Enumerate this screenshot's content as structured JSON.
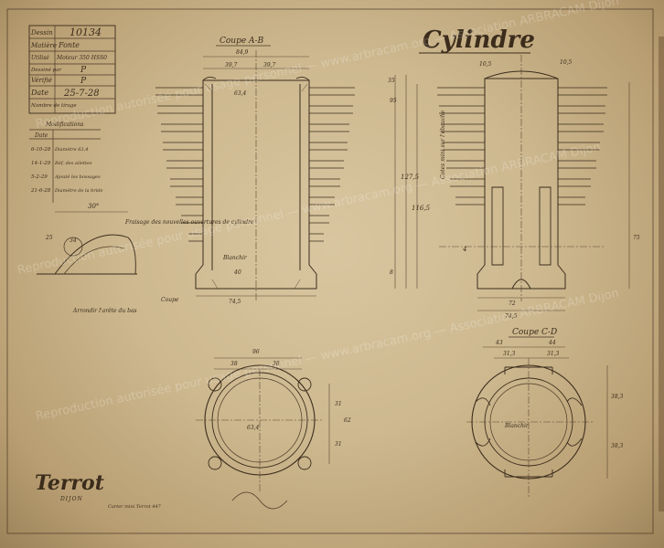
{
  "title_block": {
    "rows": [
      {
        "label": "Dessin",
        "value": "10134"
      },
      {
        "label": "Matière",
        "value": "Fonte"
      },
      {
        "label": "Utilisé",
        "value": "Moteur 350 HSS0"
      },
      {
        "label": "Dessiné par",
        "value": "P"
      },
      {
        "label": "Vérifié",
        "value": "P"
      },
      {
        "label": "Date",
        "value": "25-7-28"
      },
      {
        "label": "Nombre de tirage",
        "value": ""
      }
    ]
  },
  "modifications": {
    "header": "Modifications",
    "col_date": "Date",
    "entries": [
      {
        "date": "6-10-28",
        "text": "Diamètre 63,4"
      },
      {
        "date": "14-1-29",
        "text": "Réf. des ailettes"
      },
      {
        "date": "5-2-29",
        "text": "Ajouté les bossages"
      },
      {
        "date": "21-6-28",
        "text": "Diamètre de la bride"
      }
    ]
  },
  "sheet_title": "Cylindre",
  "views": {
    "section_ab": "Coupe A-B",
    "section_cd": "Coupe C-D"
  },
  "notes": {
    "fraisage": "Fraisage des nouvelles ouvertures de cylindre",
    "arrondir": "Arrondir l'arête du bas",
    "coupe": "Coupe",
    "blanchir": "Blanchir",
    "cotes": "Cotes mini sur l'ébauche",
    "cales": "Cales",
    "mini_note": "Carter mini Terrot 447"
  },
  "dimensions": {
    "bore": "63,4",
    "top_width": "84,9",
    "dim_397a": "39,7",
    "dim_397b": "39,7",
    "bottom_width": "74,5",
    "dim_72": "72",
    "dim_1275": "127,5",
    "dim_1165": "116,5",
    "dim_35": "35",
    "dim_95": "95",
    "dim_75": "75",
    "dim_40": "40",
    "dim_30": "30°",
    "dim_105a": "10,5",
    "dim_105b": "10,5",
    "dim_96": "96",
    "dim_38a": "38",
    "dim_38b": "38",
    "dim_44": "44",
    "dim_43": "43",
    "dim_313a": "31,3",
    "dim_313b": "31,3",
    "dim_383a": "38,3",
    "dim_383b": "38,3",
    "dim_31a": "31",
    "dim_31b": "31",
    "dim_62": "62",
    "dim_4": "4",
    "dim_8": "8",
    "dim_34": "34",
    "dim_25": "25"
  },
  "brand": {
    "name": "Terrot",
    "city": "DIJON"
  },
  "watermark": "Reproduction autorisée pour usage personnel — www.arbracam.org — Association ARBRACAM Dijon"
}
